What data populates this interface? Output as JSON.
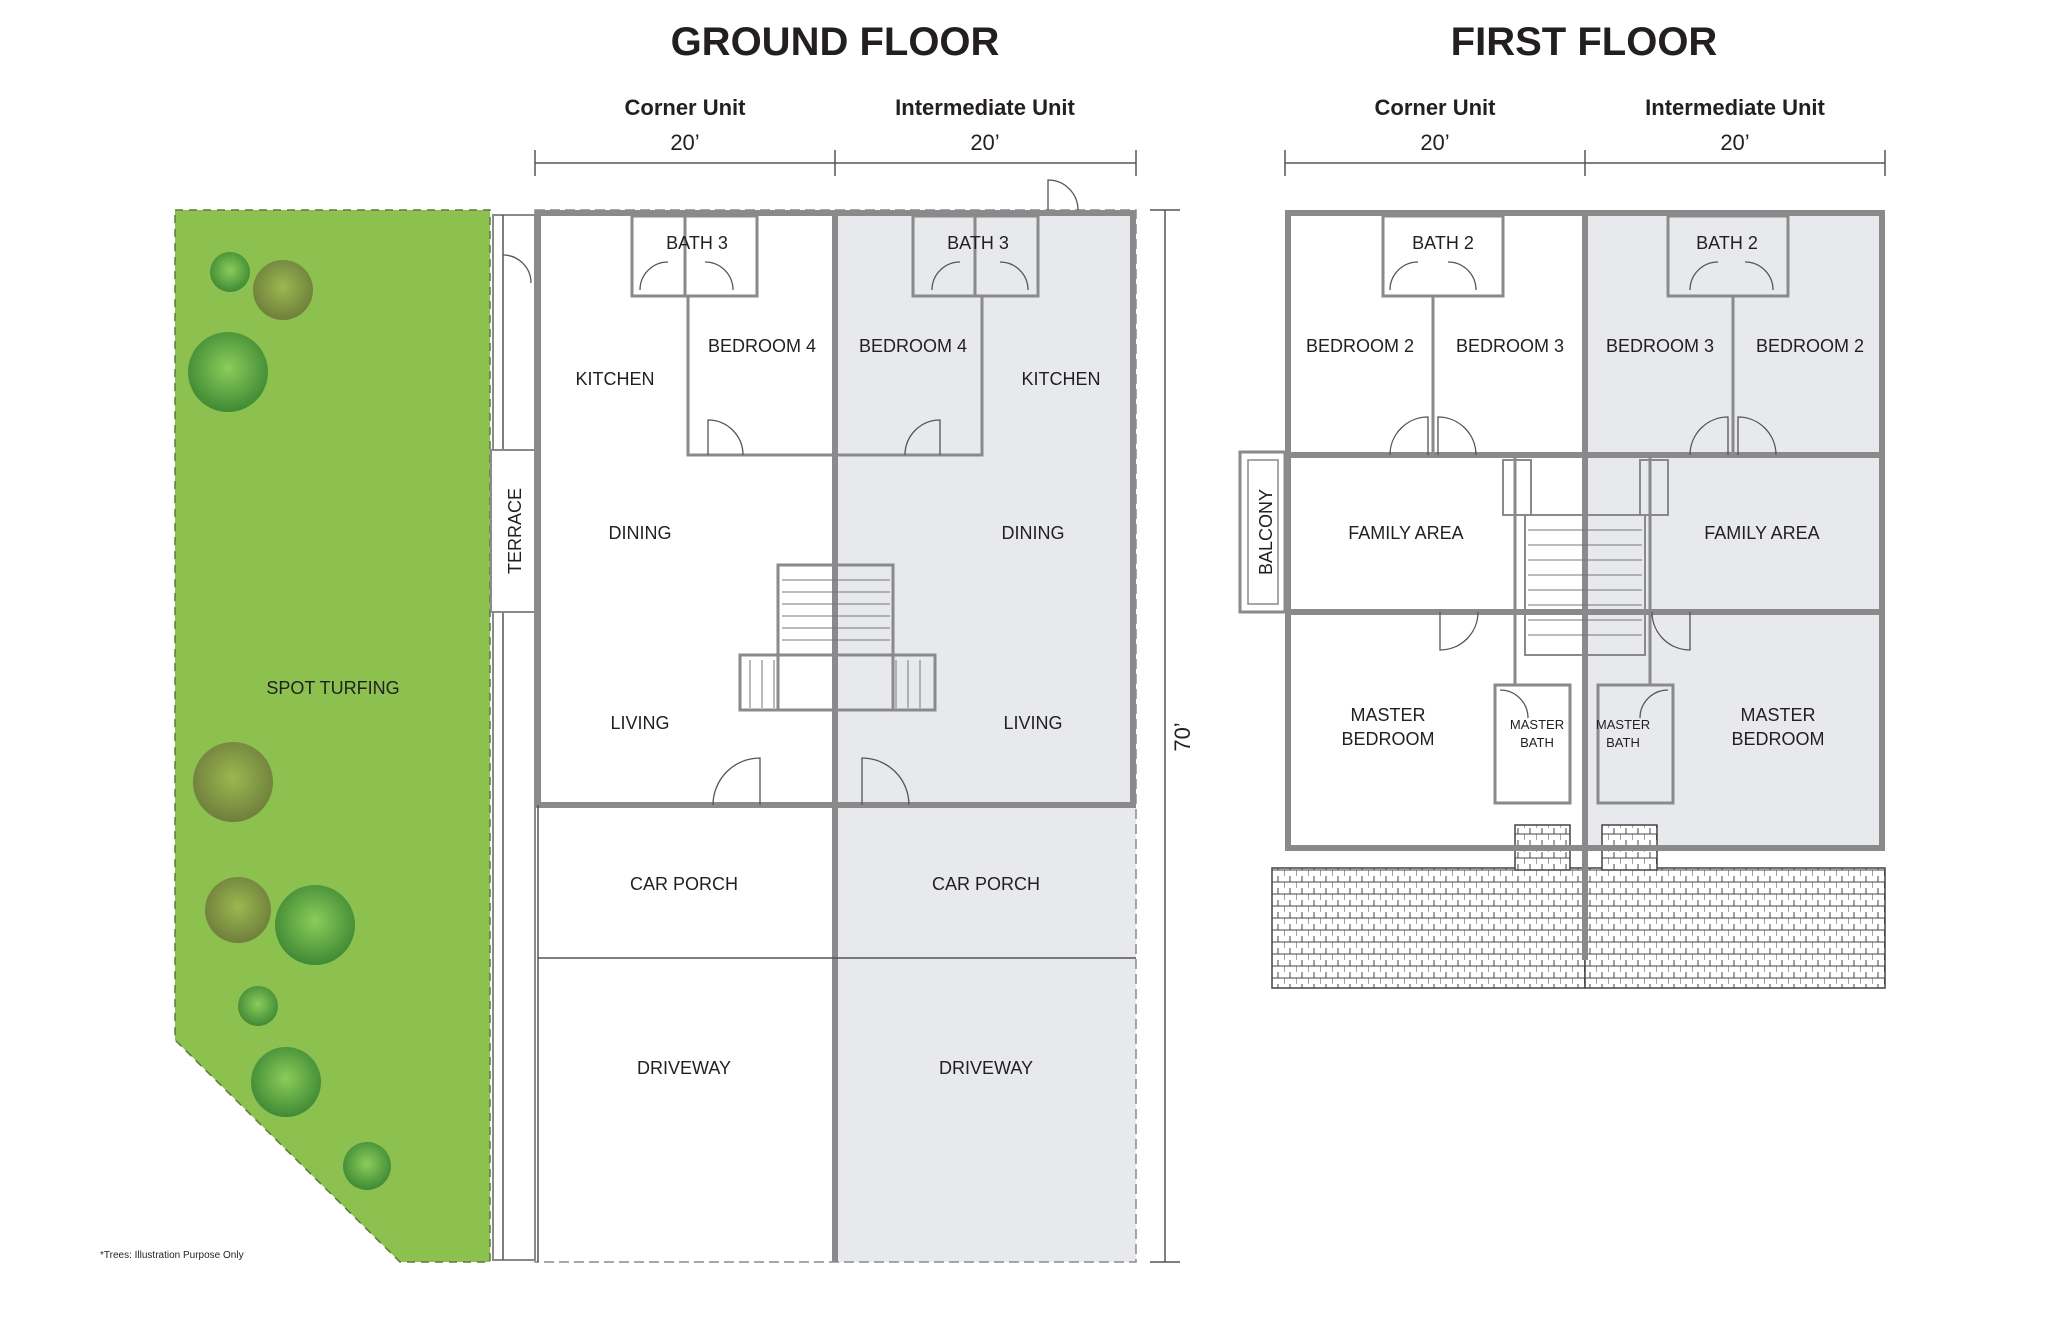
{
  "ground_floor": {
    "title": "GROUND FLOOR",
    "corner_unit": "Corner Unit",
    "intermediate_unit": "Intermediate Unit",
    "width_corner": "20’",
    "width_intermediate": "20’",
    "depth": "70’",
    "rooms": {
      "bath3_corner": "BATH 3",
      "bath3_inter": "BATH 3",
      "bedroom4_corner": "BEDROOM 4",
      "bedroom4_inter": "BEDROOM 4",
      "kitchen_corner": "KITCHEN",
      "kitchen_inter": "KITCHEN",
      "dining_corner": "DINING",
      "dining_inter": "DINING",
      "living_corner": "LIVING",
      "living_inter": "LIVING",
      "car_porch_corner": "CAR PORCH",
      "car_porch_inter": "CAR PORCH",
      "driveway_corner": "DRIVEWAY",
      "driveway_inter": "DRIVEWAY",
      "terrace": "TERRACE",
      "spot_turfing": "SPOT TURFING"
    },
    "note": "*Trees: Illustration Purpose Only"
  },
  "first_floor": {
    "title": "FIRST FLOOR",
    "corner_unit": "Corner Unit",
    "intermediate_unit": "Intermediate Unit",
    "width_corner": "20’",
    "width_intermediate": "20’",
    "rooms": {
      "bath2_corner": "BATH 2",
      "bath2_inter": "BATH 2",
      "bedroom2_corner": "BEDROOM 2",
      "bedroom3_corner": "BEDROOM 3",
      "bedroom3_inter": "BEDROOM 3",
      "bedroom2_inter": "BEDROOM 2",
      "family_area_corner": "FAMILY AREA",
      "family_area_inter": "FAMILY AREA",
      "balcony": "BALCONY",
      "master_bedroom_corner_l1": "MASTER",
      "master_bedroom_corner_l2": "BEDROOM",
      "master_bedroom_inter_l1": "MASTER",
      "master_bedroom_inter_l2": "BEDROOM",
      "master_bath_corner_l1": "MASTER",
      "master_bath_corner_l2": "BATH",
      "master_bath_inter_l1": "MASTER",
      "master_bath_inter_l2": "BATH"
    }
  },
  "colors": {
    "turf": "#8cc04f",
    "shaded_unit": "#e8e9ec",
    "wall": "#8a8a8a",
    "text": "#231f20",
    "tree_dark": "#3f8a35",
    "tree_brown": "#7a8a4a"
  }
}
